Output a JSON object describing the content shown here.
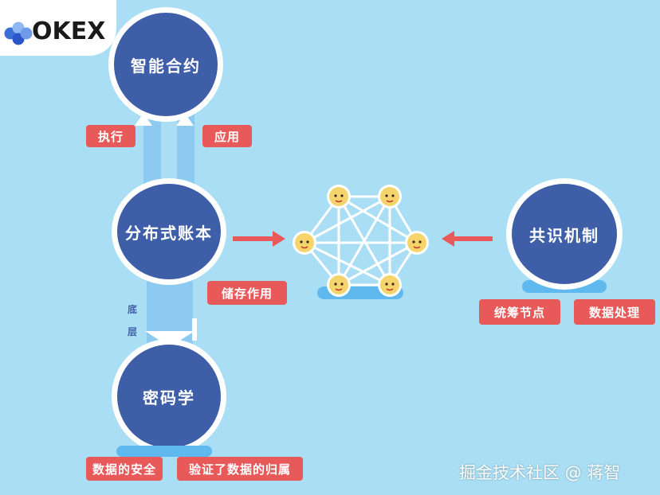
{
  "brand": {
    "logo_text": "OKEX"
  },
  "nodes": {
    "smart_contract": "智能合约",
    "ledger": "分布式账本",
    "crypto": "密码学",
    "consensus": "共识机制"
  },
  "labels": {
    "execute": "执行",
    "apply": "应用",
    "storage": "储存作用",
    "base_1": "底",
    "base_2": "层",
    "data_security": "数据的安全",
    "data_ownership": "验证了数据的归属",
    "coordinate_nodes": "统筹节点",
    "data_processing": "数据处理"
  },
  "watermark": "掘金技术社区 @ 蒋智",
  "colors": {
    "background": "#a9def4",
    "circle": "#3f5ea8",
    "tag": "#e85a5a",
    "pillar": "#8ccaf1",
    "arrow": "#e85a5a",
    "node_face": "#f5d56b"
  }
}
